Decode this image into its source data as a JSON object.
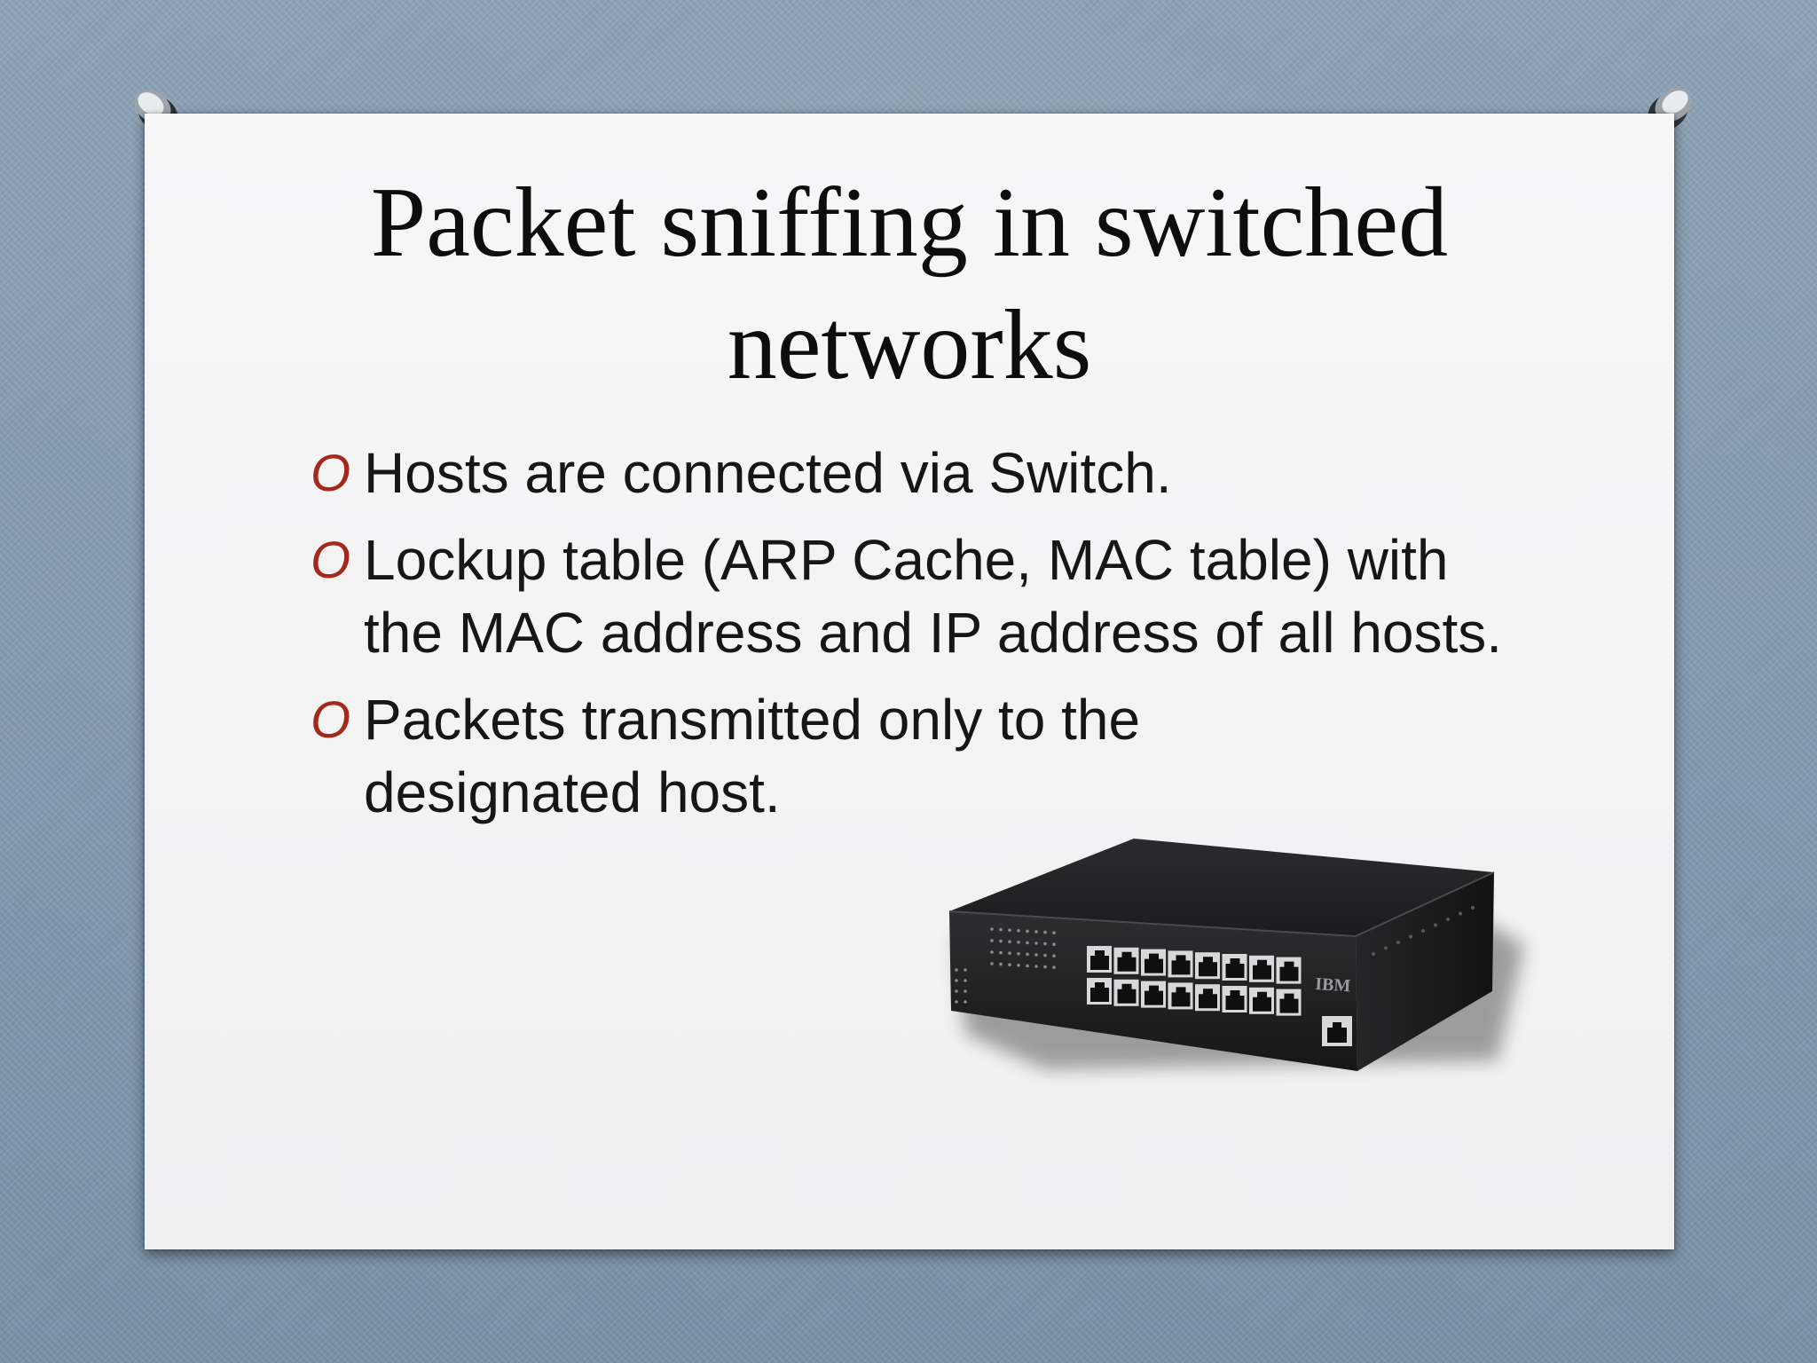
{
  "slide": {
    "title_lines": [
      "Packet sniffing in switched",
      "networks"
    ],
    "bullet_marker": "O",
    "bullets": [
      {
        "text": "Hosts are connected via Switch."
      },
      {
        "text": "Lockup table (ARP Cache, MAC table) with the MAC address and IP address of all hosts."
      },
      {
        "text": "Packets transmitted only to the designated host."
      }
    ],
    "image": {
      "subject": "network-switch",
      "brand_label": "IBM",
      "port_count": 16,
      "uplink_ports": 1
    }
  },
  "colors": {
    "background": "#7f97ab",
    "paper": "#f4f4f5",
    "title_text": "#0d0d0d",
    "body_text": "#161616",
    "bullet_marker": "#a3291d"
  }
}
